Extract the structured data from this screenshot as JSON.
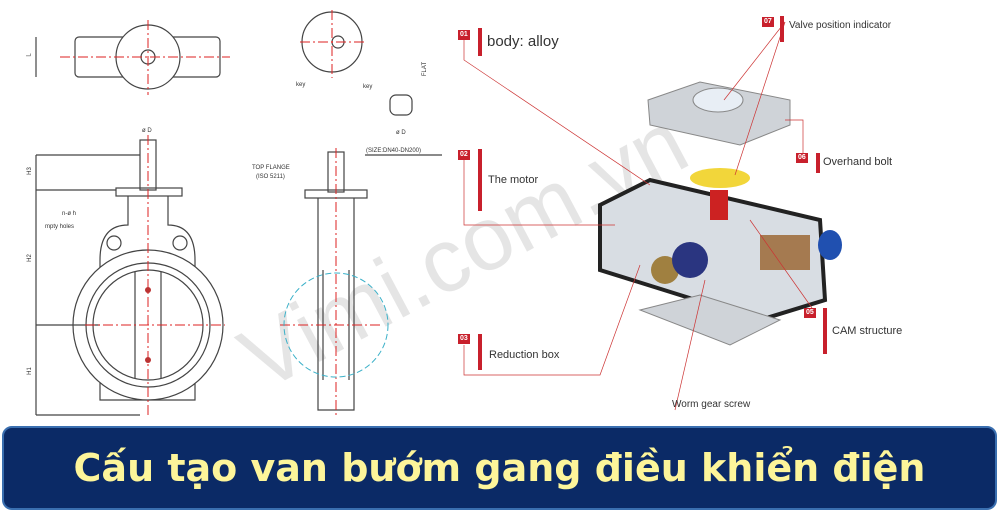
{
  "drawing": {
    "dimension_labels": [
      "L",
      "H3",
      "H2",
      "H1",
      "ø D",
      "ø D",
      "n-ø h",
      "mpty holes",
      "key",
      "key",
      "FLAT",
      "(SIZE:DN40-DN200)",
      "TOP FLANGE",
      "(ISO 5211)"
    ]
  },
  "callouts": [
    {
      "num": "01",
      "label": "body: alloy"
    },
    {
      "num": "02",
      "label": "The motor"
    },
    {
      "num": "03",
      "label": "Reduction box"
    },
    {
      "num": "05",
      "label": "CAM structure"
    },
    {
      "num": "06",
      "label": "Overhand bolt"
    },
    {
      "num": "07",
      "label": "Valve position indicator"
    },
    {
      "num": "",
      "label": "Worm gear screw"
    }
  ],
  "watermark": "Vimi.com.vn",
  "banner": {
    "title": "Cấu tạo van bướm gang điều khiển điện"
  },
  "colors": {
    "banner_bg": "#0b2a66",
    "banner_text": "#fdf59a",
    "accent_red": "#c8202c"
  }
}
